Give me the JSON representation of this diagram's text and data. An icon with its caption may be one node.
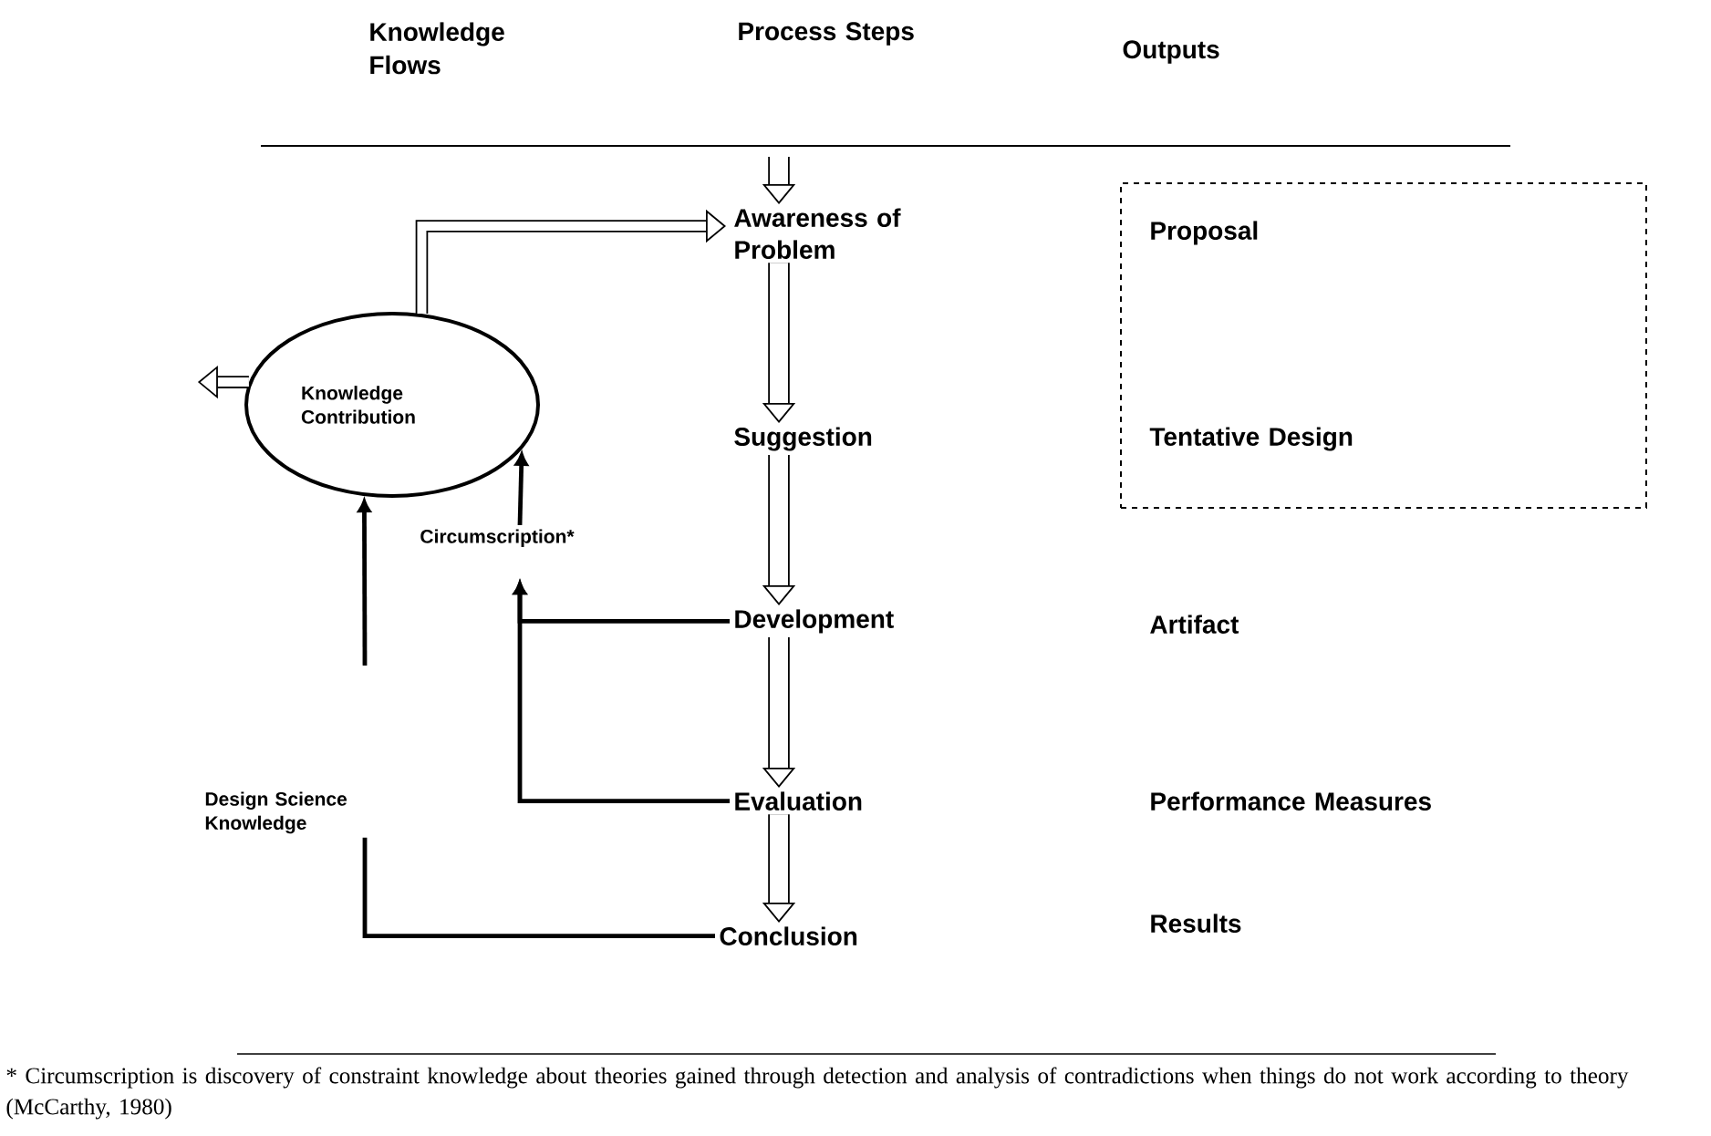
{
  "diagram": {
    "caption": "* Circumscription is discovery of constraint knowledge about theories gained through detection and analysis of contradictions when things do not work according to theory (McCarthy, 1980)",
    "nodes": [
      {
        "text": [
          "Knowledge Contribution"
        ]
      },
      {
        "text": [
          "Awareness of Problem"
        ]
      },
      {
        "text": [
          "Suggestion"
        ]
      },
      {
        "text": [
          "Development"
        ]
      },
      {
        "text": [
          "Evaluation"
        ]
      },
      {
        "text": [
          "Conclusion"
        ]
      },
      {
        "text": [],
        "shape": "box"
      },
      {
        "text": [
          "Proposal"
        ],
        "in": 6
      },
      {
        "text": [
          "Tentative Design"
        ],
        "in": 6
      },
      {
        "text": [
          "Circumscription*"
        ]
      },
      {
        "text": [
          "Design Science Knowledge"
        ]
      }
    ],
    "edges": [
      {
        "from": null,
        "to": 1,
        "arrow": "to"
      },
      {
        "from": 0,
        "to": 1,
        "arrow": "to"
      },
      {
        "from": 0,
        "to": null,
        "arrow": "to"
      },
      {
        "from": 1,
        "to": 2,
        "arrow": "to"
      },
      {
        "from": 2,
        "to": 3,
        "arrow": "to"
      },
      {
        "from": 3,
        "to": 4,
        "arrow": "to"
      },
      {
        "from": 4,
        "to": 5,
        "arrow": "to"
      },
      {
        "from": 3,
        "to": 9,
        "arrow": "to"
      },
      {
        "from": 4,
        "to": 9,
        "arrow": "to"
      },
      {
        "from": 9,
        "to": 0,
        "arrow": "to"
      },
      {
        "from": 5,
        "to": 10,
        "arrow": "none"
      },
      {
        "from": 10,
        "to": 0,
        "arrow": "to"
      }
    ],
    "labels": [
      "Knowledge Flows",
      "Process Steps",
      "Outputs",
      "Artifact",
      "Performance Measures",
      "Results"
    ]
  }
}
